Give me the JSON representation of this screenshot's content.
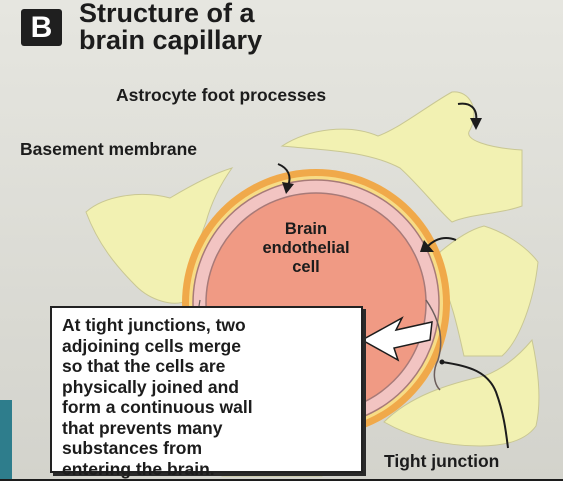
{
  "badge": "B",
  "title": {
    "line1": "Structure of a",
    "line2": "brain capillary"
  },
  "labels": {
    "astrocyte": "Astrocyte foot processes",
    "basement": "Basement membrane",
    "endothelial": [
      "Brain",
      "endothelial",
      "cell"
    ],
    "tight_junction": "Tight junction"
  },
  "callout": [
    "At tight junctions, two",
    "adjoining cells merge",
    "so that the cells are",
    "physically joined and",
    "form a continuous wall",
    "that prevents many",
    "substances from",
    "entering the brain."
  ],
  "colors": {
    "background": "#dcdcd4",
    "astrocyte": "#f2f1b2",
    "basement": "#f0a94a",
    "endothelial_ring": "#f2c4c2",
    "lumen": "#f09a84",
    "teal_edge": "#2e7d8c"
  }
}
